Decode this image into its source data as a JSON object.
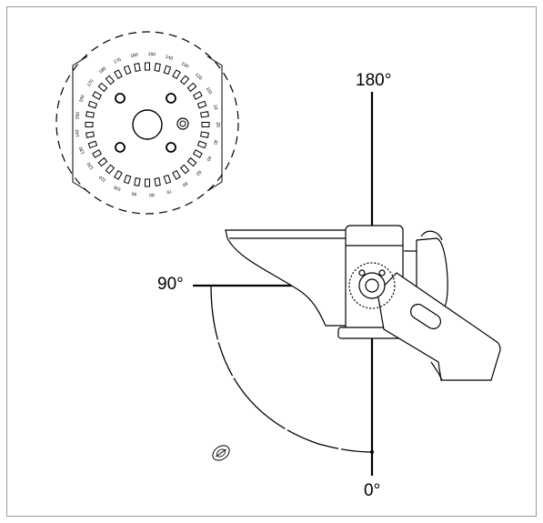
{
  "labels": {
    "angle_top": "180°",
    "angle_left": "90°",
    "angle_bottom": "0°"
  },
  "scale_numbers": [
    "110",
    "120",
    "130",
    "140",
    "150",
    "160",
    "170",
    "180",
    "170",
    "160",
    "150",
    "140",
    "130",
    "120",
    "110",
    "10",
    "20",
    "30",
    "40",
    "50",
    "60",
    "70",
    "80",
    "90",
    "100"
  ],
  "colors": {
    "line": "#000000",
    "frame": "#999999",
    "background": "#ffffff"
  },
  "icons": {
    "symbol": "grounding-ring-icon"
  }
}
